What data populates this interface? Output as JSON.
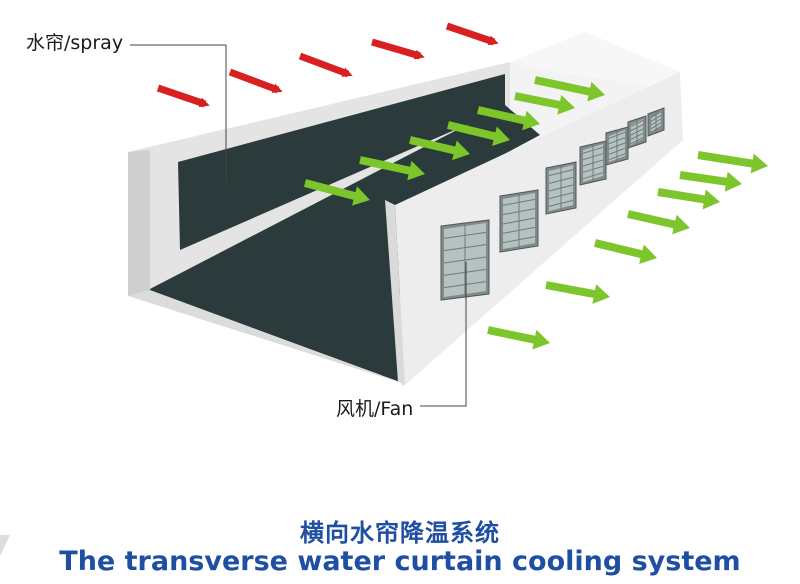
{
  "labels": {
    "spray": "水帘/spray",
    "fan": "风机/Fan"
  },
  "title": {
    "chinese": "横向水帘降温系统",
    "english": "The transverse water curtain cooling system"
  },
  "colors": {
    "hot_air_arrow": "#d92020",
    "cool_air_arrow": "#7cc52a",
    "building_wall": "#ebebeb",
    "interior_floor": "#2a3a3a",
    "title_text": "#1f4fa3"
  },
  "icons": [
    "hot-air-arrow-icon",
    "cool-air-arrow-icon",
    "exhaust-fan-icon"
  ]
}
